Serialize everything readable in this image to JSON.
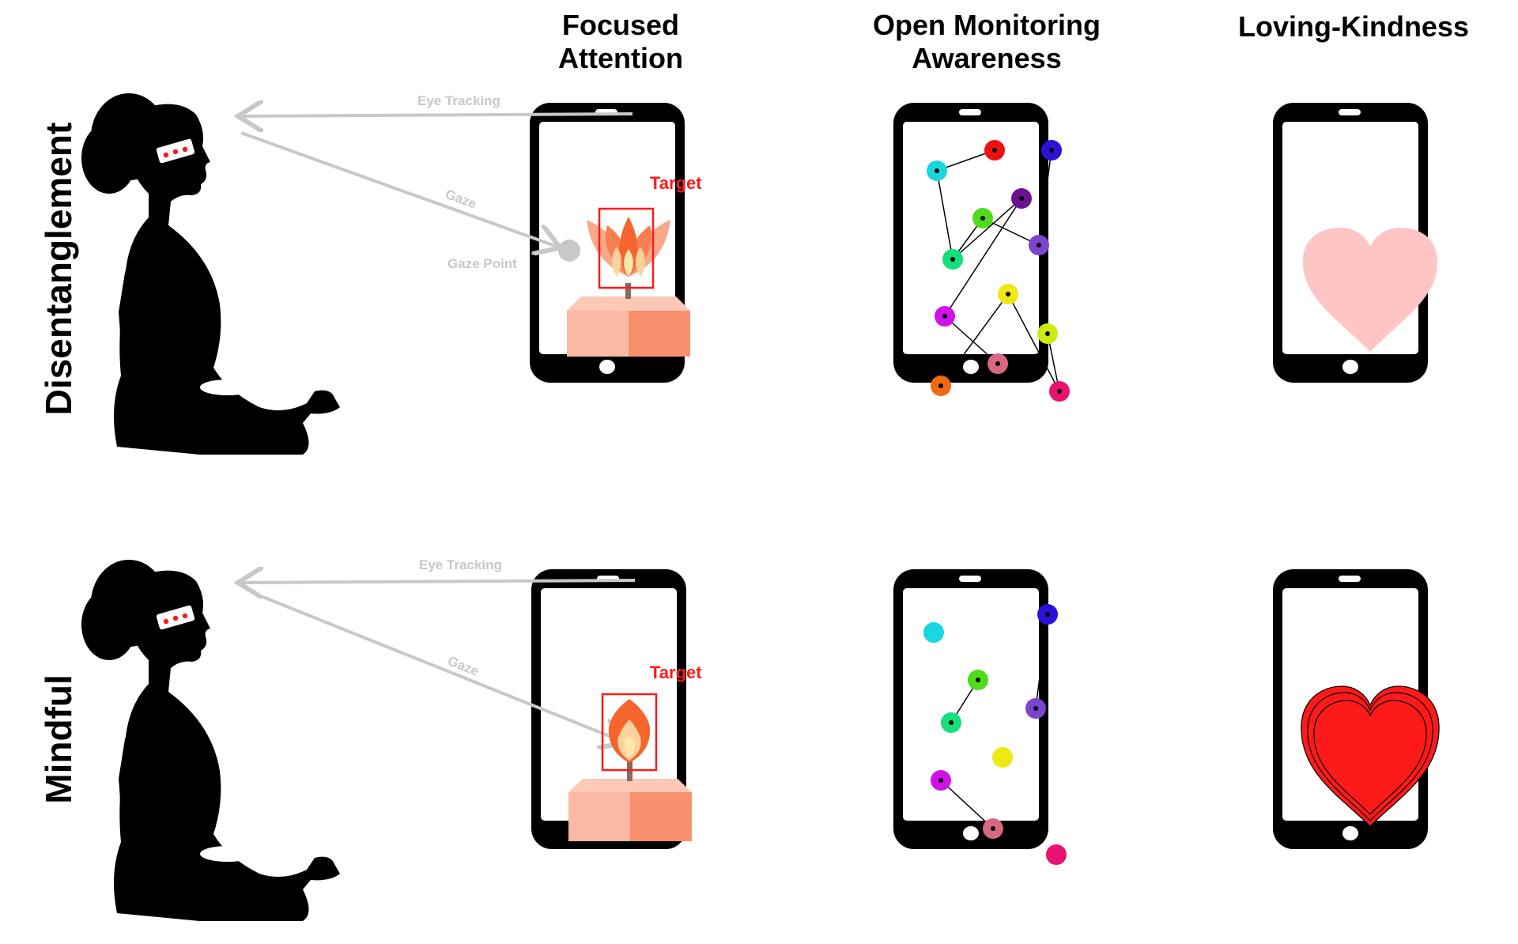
{
  "columns": {
    "focused": [
      "Focused",
      "Attention"
    ],
    "open_monitoring": [
      "Open Monitoring",
      "Awareness"
    ],
    "loving_kindness": "Loving-Kindness"
  },
  "rows": {
    "top": "Disentanglement",
    "bottom": "Mindful"
  },
  "labels": {
    "eye_tracking": "Eye Tracking",
    "gaze": "Gaze",
    "gaze_point": "Gaze Point",
    "target": "Target"
  },
  "colors": {
    "silhouette": "#000000",
    "arrow": "#c8c8c8",
    "target_box": "#ff1a1a",
    "heart_soft": "#ffc4c4",
    "heart_bold": "#ff1a1a",
    "box_light": "#fbb9a3",
    "box_dark": "#f8906d"
  },
  "dots": {
    "cyan": "#1ad6e0",
    "red": "#f01010",
    "blue": "#2a12d8",
    "purple": "#6a1290",
    "green": "#4fdc1a",
    "lavender": "#7a45cc",
    "spring": "#12e07a",
    "yellow": "#f0e812",
    "magenta": "#d012e8",
    "lime": "#cfea12",
    "rose": "#d86880",
    "orange": "#f06a12",
    "pink": "#ea1270"
  }
}
